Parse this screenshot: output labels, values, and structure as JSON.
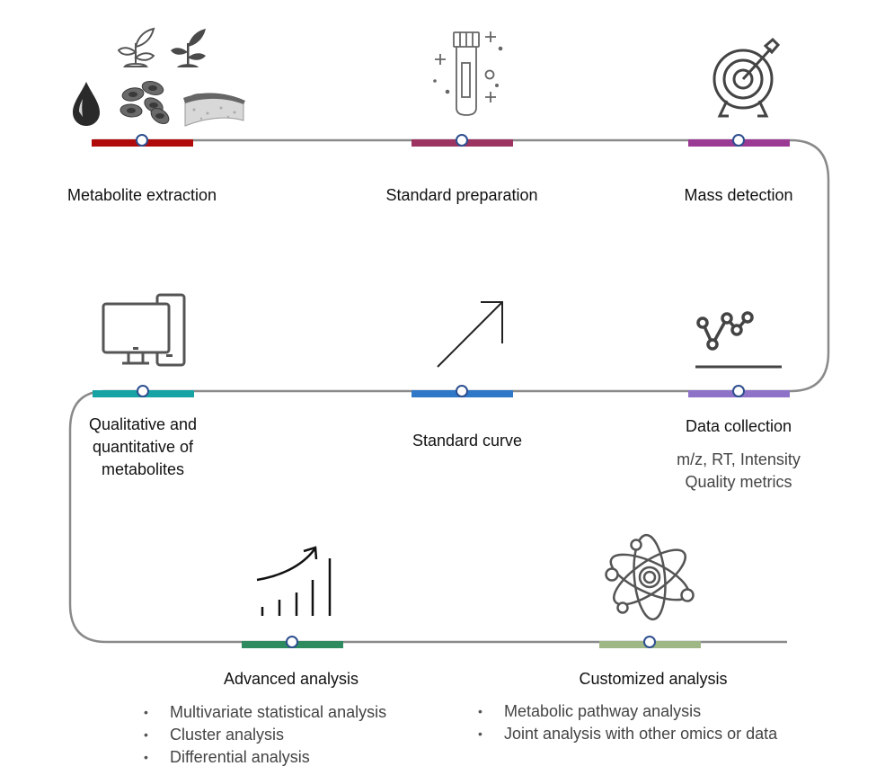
{
  "diagram": {
    "type": "workflow",
    "line_color": "#8a8a8a",
    "node_ring_color": "#2e4f8f",
    "steps": [
      {
        "id": "metabolite-extraction",
        "label": "Metabolite extraction",
        "icon": "sample-types-icon",
        "color": "#b00a0a"
      },
      {
        "id": "standard-preparation",
        "label": "Standard preparation",
        "icon": "test-tube-icon",
        "color": "#9c3360"
      },
      {
        "id": "mass-detection",
        "label": "Mass detection",
        "icon": "target-icon",
        "color": "#9a3a94"
      },
      {
        "id": "data-collection",
        "label": "Data collection",
        "icon": "line-chart-icon",
        "color": "#8e72c8",
        "details": [
          "m/z, RT, Intensity",
          "Quality metrics"
        ]
      },
      {
        "id": "standard-curve",
        "label": "Standard curve",
        "icon": "diagonal-arrow-icon",
        "color": "#2f78c8"
      },
      {
        "id": "qualitative-quantitative",
        "label_lines": [
          "Qualitative and",
          "quantitative of",
          "metabolites"
        ],
        "icon": "computer-icon",
        "color": "#17a3a3"
      },
      {
        "id": "advanced-analysis",
        "label": "Advanced analysis",
        "icon": "growth-chart-icon",
        "color": "#2e8b60",
        "bullets": [
          "Multivariate statistical analysis",
          "Cluster analysis",
          "Differential analysis"
        ]
      },
      {
        "id": "customized-analysis",
        "label": "Customized analysis",
        "icon": "atom-icon",
        "color": "#9fb785",
        "bullets": [
          "Metabolic pathway analysis",
          "Joint analysis with other omics or data"
        ]
      }
    ],
    "bullet_glyph": "•"
  }
}
